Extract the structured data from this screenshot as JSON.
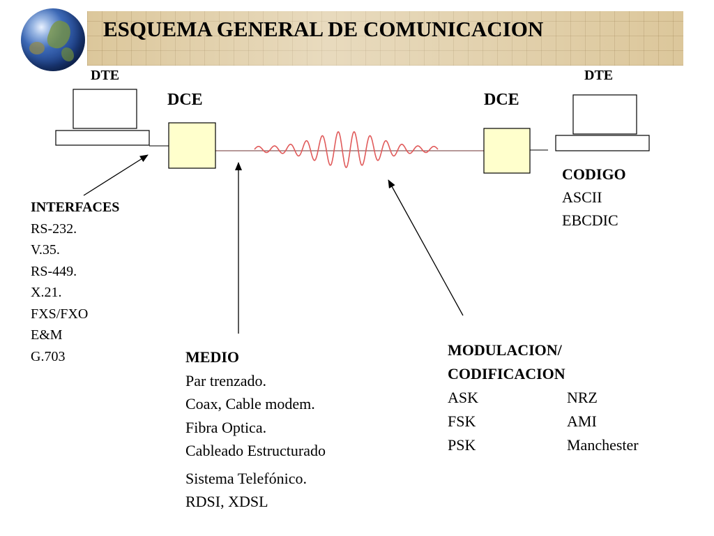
{
  "header": {
    "title": "ESQUEMA GENERAL DE COMUNICACION"
  },
  "nodes": {
    "dte_left": "DTE",
    "dte_right": "DTE",
    "dce_left": "DCE",
    "dce_right": "DCE"
  },
  "interfaces": {
    "heading": "INTERFACES",
    "items": [
      "RS-232.",
      "V.35.",
      "RS-449.",
      "X.21.",
      "FXS/FXO",
      "E&M",
      "G.703"
    ]
  },
  "medio": {
    "heading": "MEDIO",
    "items": [
      "Par trenzado.",
      "Coax, Cable modem.",
      "Fibra Optica.",
      "Cableado Estructurado",
      "Sistema Telefónico.",
      "RDSI, XDSL"
    ]
  },
  "modulacion": {
    "heading_line1": "MODULACION/",
    "heading_line2": "CODIFICACION",
    "rows": [
      {
        "left": "ASK",
        "right": "NRZ"
      },
      {
        "left": "FSK",
        "right": "AMI"
      },
      {
        "left": "PSK",
        "right": "Manchester"
      }
    ]
  },
  "codigo": {
    "heading": "CODIGO",
    "items": [
      "ASCII",
      "EBCDIC"
    ]
  },
  "colors": {
    "box_fill": "#ffffcc",
    "signal": "#e05a5a",
    "title_band": "#dcc79b"
  }
}
